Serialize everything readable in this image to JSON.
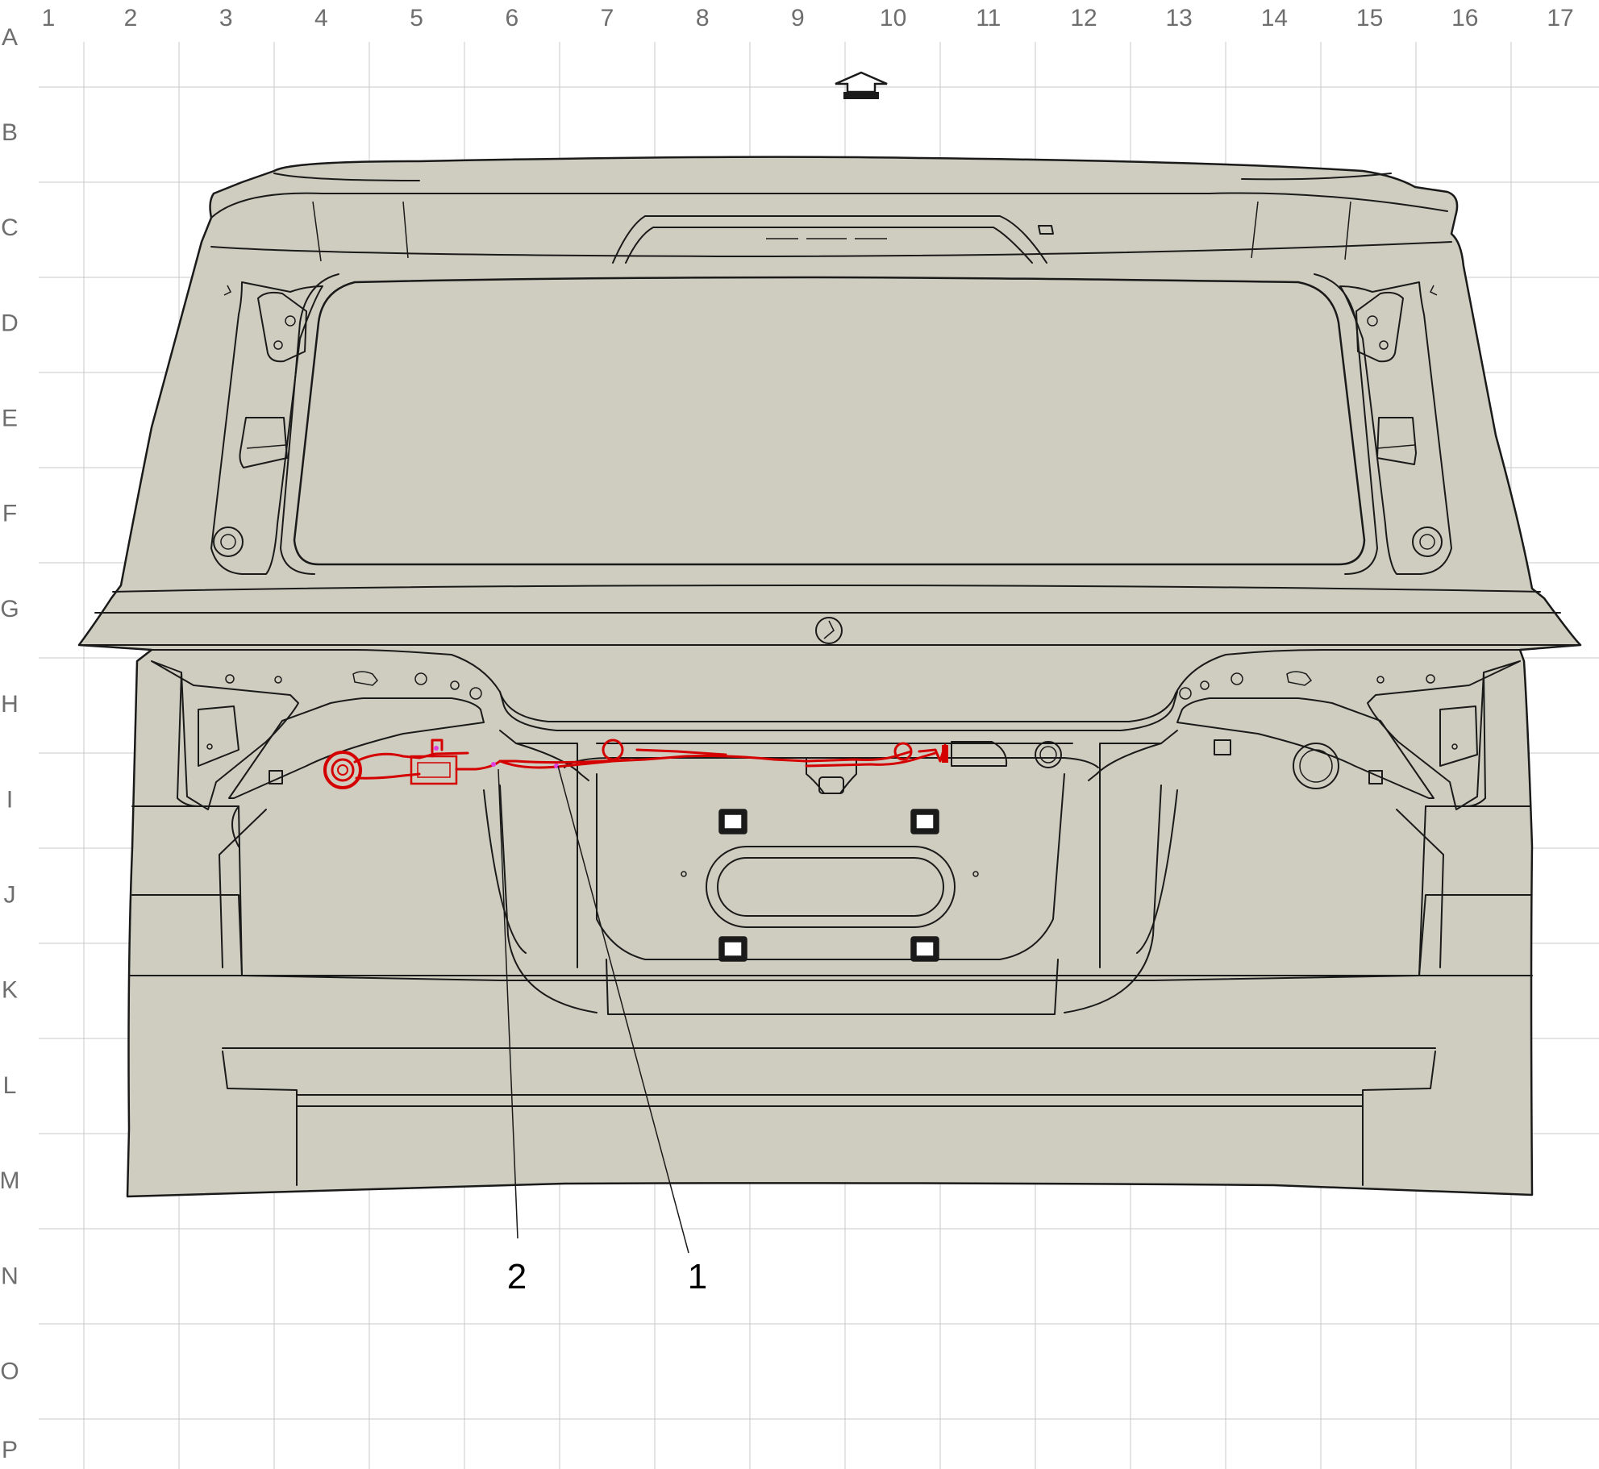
{
  "grid": {
    "columns": [
      "1",
      "2",
      "3",
      "4",
      "5",
      "6",
      "7",
      "8",
      "9",
      "10",
      "11",
      "12",
      "13",
      "14",
      "15",
      "16",
      "17"
    ],
    "rows": [
      "A",
      "B",
      "C",
      "D",
      "E",
      "F",
      "G",
      "H",
      "I",
      "J",
      "K",
      "L",
      "M",
      "N",
      "O",
      "P"
    ]
  },
  "callouts": [
    {
      "id": "2",
      "label": "2"
    },
    {
      "id": "1",
      "label": "1"
    }
  ],
  "colors": {
    "body": "#cfcdbf",
    "outline": "#1a1a1a",
    "harness": "#d40000",
    "grid": "#c8c8c8",
    "grid_label": "#6e6e6e"
  },
  "icons": {
    "orientation_arrow": "up-arrow-icon"
  }
}
